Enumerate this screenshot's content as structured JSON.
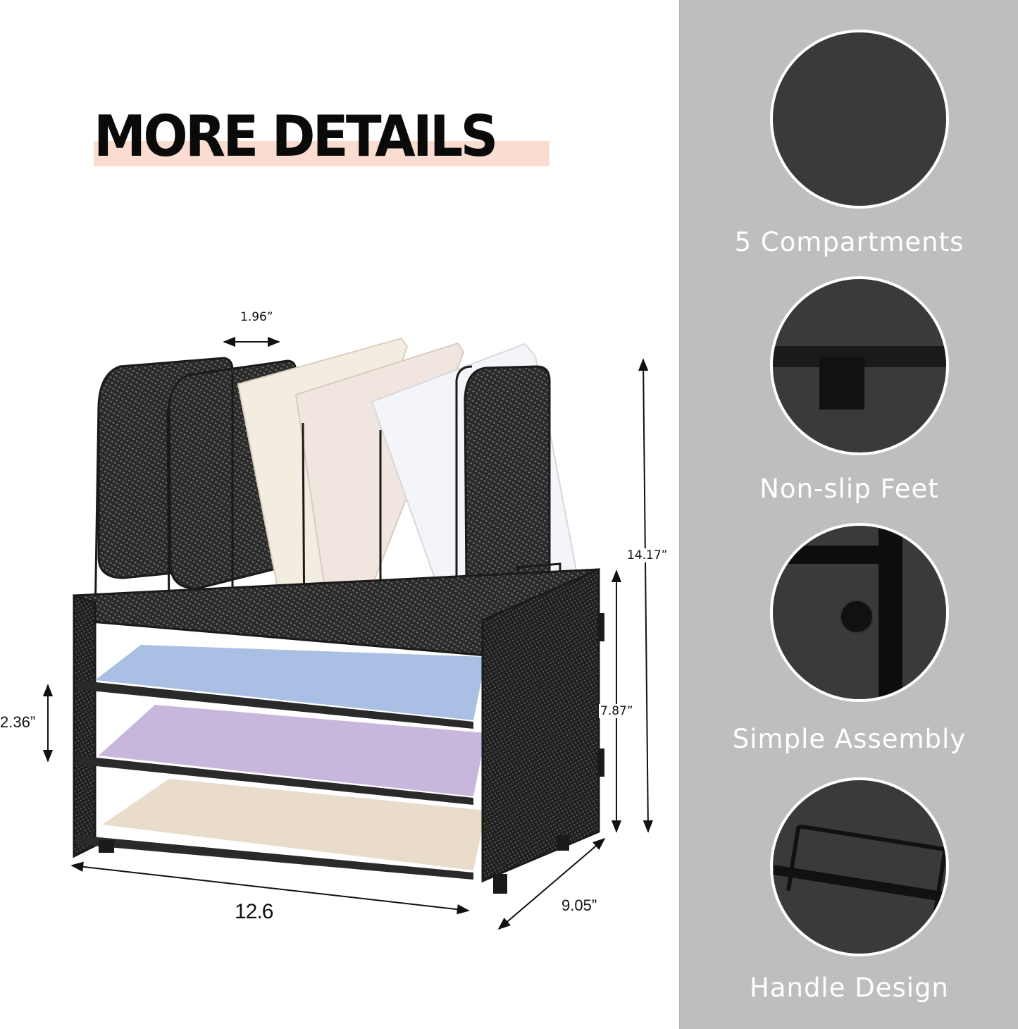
{
  "headline": {
    "title": "MORE DETAILS",
    "highlight_color": "#fbdcd1"
  },
  "product": {
    "description": "Black mesh desk file organizer with 5 upright compartments and 3 letter trays",
    "tray_paper_colors": [
      "#a9bfe3",
      "#c8b7dd",
      "#e9dccb"
    ],
    "upright_paper_colors": [
      "#f3ece0",
      "#f1e6df",
      "#f4f5f8"
    ]
  },
  "dimensions": {
    "divider_spacing": "1.96”",
    "total_height": "14.17”",
    "tray_section_height": "7.87”",
    "tray_spacing": "2.36”",
    "width": "12.6",
    "depth": "9.05”"
  },
  "features_panel": {
    "background": "#bebebe",
    "items": [
      {
        "label": "5 Compartments",
        "icon": "mesh-dividers-photo"
      },
      {
        "label": "Non-slip Feet",
        "icon": "rubber-foot-photo"
      },
      {
        "label": "Simple Assembly",
        "icon": "screw-corner-photo"
      },
      {
        "label": "Handle Design",
        "icon": "tray-handle-photo"
      }
    ]
  }
}
